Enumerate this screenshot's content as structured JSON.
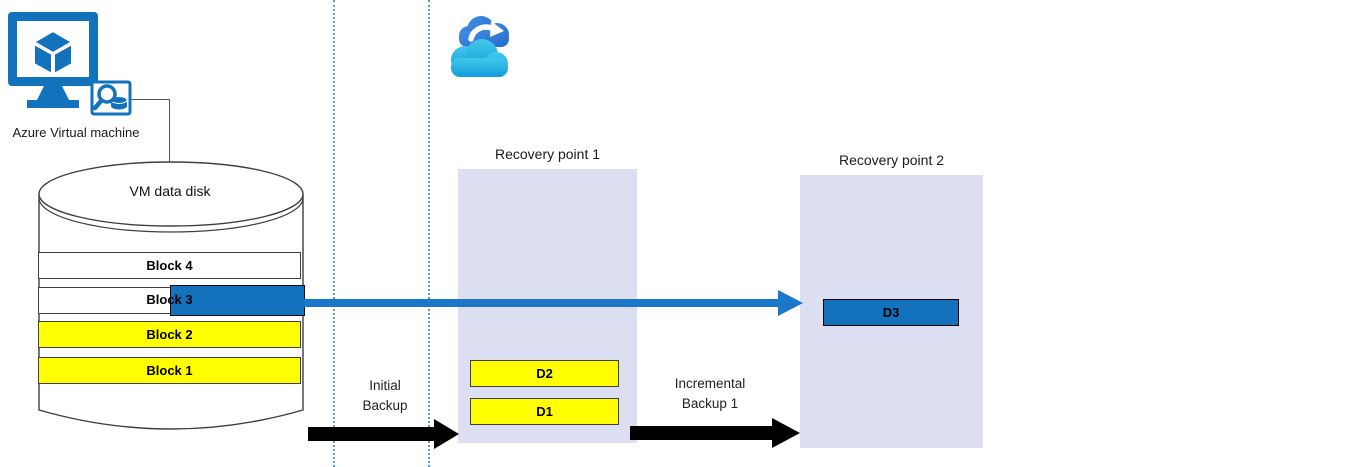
{
  "vm": {
    "label": "Azure Virtual machine",
    "icon": "azure-virtual-machine-icon",
    "badge_icon": "disk-search-icon"
  },
  "disk": {
    "title": "VM data disk",
    "blocks": [
      {
        "label": "Block 4",
        "fill": "#FFFFFF"
      },
      {
        "label": "Block 3",
        "fill": "#FFFFFF",
        "highlight_fill": "#1272BC"
      },
      {
        "label": "Block 2",
        "fill": "#FFFF00"
      },
      {
        "label": "Block 1",
        "fill": "#FFFF00"
      }
    ]
  },
  "cloud": {
    "icon": "azure-backup-cloud-icon"
  },
  "recovery_points": [
    {
      "title": "Recovery point 1",
      "blocks": [
        {
          "label": "D2",
          "fill": "#FFFF00"
        },
        {
          "label": "D1",
          "fill": "#FFFF00"
        }
      ]
    },
    {
      "title": "Recovery point 2",
      "blocks": [
        {
          "label": "D3",
          "fill": "#1272BC"
        }
      ]
    }
  ],
  "flows": [
    {
      "line1": "Initial",
      "line2": "Backup",
      "arrow_color": "#000000"
    },
    {
      "line1": "Incremental",
      "line2": "Backup 1",
      "arrow_color": "#000000"
    },
    {
      "name": "changed-block-transfer",
      "arrow_color": "#1B78C8"
    }
  ],
  "colors": {
    "azure_blue": "#1272BC",
    "block_yellow": "#FFFF00",
    "recovery_box_fill": "#DBDFF1",
    "dotted_separator": "#5B9BD5",
    "blue_arrow": "#1B78C8",
    "black_arrow": "#000000",
    "connector_gray": "#595959",
    "cloud_front": "#1BA7DC",
    "cloud_back": "#2F7DD3"
  }
}
